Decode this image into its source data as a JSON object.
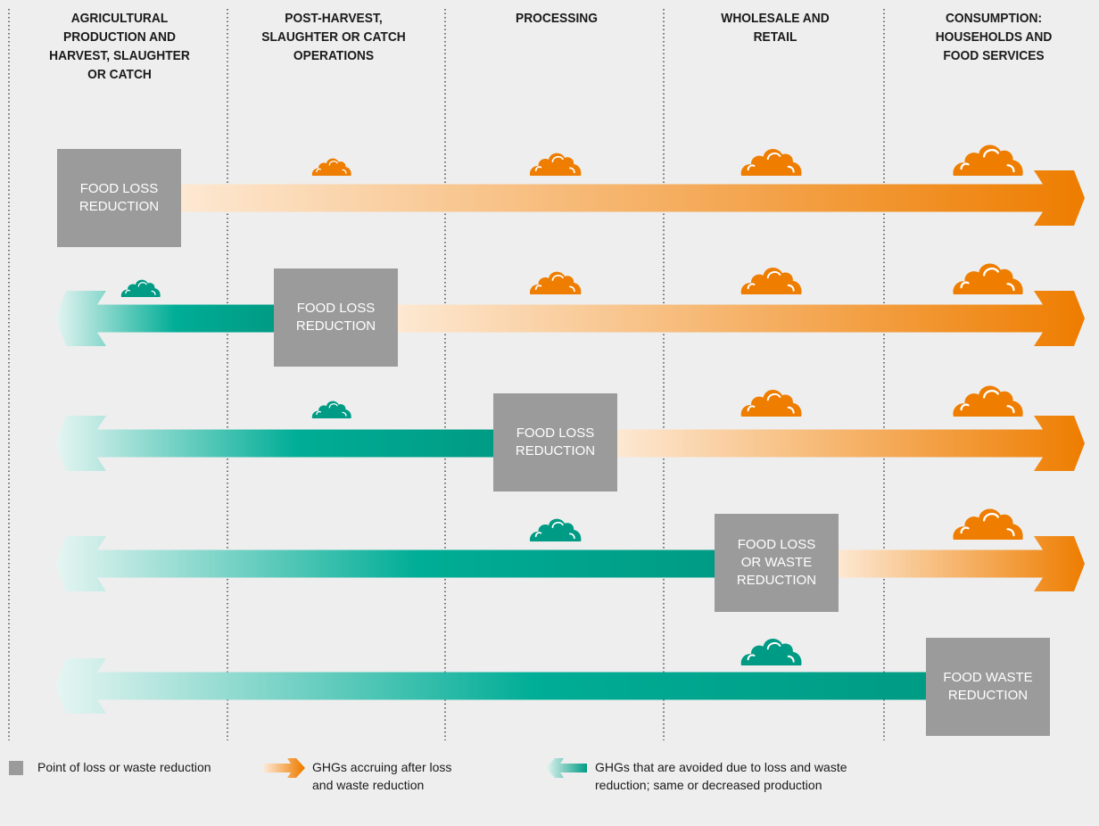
{
  "stages": [
    {
      "label": "AGRICULTURAL\nPRODUCTION AND\nHARVEST, SLAUGHTER\nOR CATCH"
    },
    {
      "label": "POST-HARVEST,\nSLAUGHTER OR CATCH\nOPERATIONS"
    },
    {
      "label": "PROCESSING"
    },
    {
      "label": "WHOLESALE AND\nRETAIL"
    },
    {
      "label": "CONSUMPTION:\nHOUSEHOLDS AND\nFOOD SERVICES"
    }
  ],
  "rows": [
    {
      "reduction_stage": 1,
      "box_label": "FOOD LOSS\nREDUCTION"
    },
    {
      "reduction_stage": 2,
      "box_label": "FOOD LOSS\nREDUCTION"
    },
    {
      "reduction_stage": 3,
      "box_label": "FOOD LOSS\nREDUCTION"
    },
    {
      "reduction_stage": 4,
      "box_label": "FOOD LOSS\nOR WASTE\nREDUCTION"
    },
    {
      "reduction_stage": 5,
      "box_label": "FOOD WASTE\nREDUCTION"
    }
  ],
  "legend": {
    "reduction_point": "Point of loss or waste reduction",
    "ghg_accruing": "GHGs accruing after loss\nand waste reduction",
    "ghg_avoided": "GHGs that are avoided due to loss and waste\nreduction; same or decreased production"
  },
  "colors": {
    "background": "#eeeeee",
    "box_grey": "#9b9b9b",
    "orange": "#ee7d00",
    "orange_light": "#fde8d2",
    "teal": "#009b84",
    "teal_light": "#e6f5f2",
    "divider": "#333333"
  },
  "icons": {
    "cloud": "cloud-icon",
    "arrow": "arrow"
  }
}
